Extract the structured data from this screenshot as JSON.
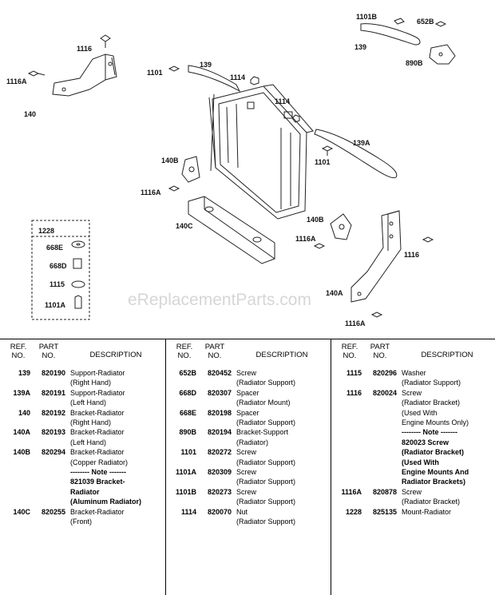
{
  "diagram": {
    "callouts": [
      {
        "id": "1101B",
        "label": "1101B"
      },
      {
        "id": "652B",
        "label": "652B"
      },
      {
        "id": "139-top",
        "label": "139"
      },
      {
        "id": "890B",
        "label": "890B"
      },
      {
        "id": "1116-top",
        "label": "1116"
      },
      {
        "id": "1116A-left",
        "label": "1116A"
      },
      {
        "id": "140",
        "label": "140"
      },
      {
        "id": "1101-top",
        "label": "1101"
      },
      {
        "id": "139-mid",
        "label": "139"
      },
      {
        "id": "1114-a",
        "label": "1114"
      },
      {
        "id": "1114-b",
        "label": "1114"
      },
      {
        "id": "139A",
        "label": "139A"
      },
      {
        "id": "1101-mid",
        "label": "1101"
      },
      {
        "id": "140B-left",
        "label": "140B"
      },
      {
        "id": "1116A-mid",
        "label": "1116A"
      },
      {
        "id": "140C",
        "label": "140C"
      },
      {
        "id": "140B-right",
        "label": "140B"
      },
      {
        "id": "1116A-right",
        "label": "1116A"
      },
      {
        "id": "1116-right",
        "label": "1116"
      },
      {
        "id": "140A",
        "label": "140A"
      },
      {
        "id": "1116A-bottom",
        "label": "1116A"
      },
      {
        "id": "1228",
        "label": "1228"
      },
      {
        "id": "668E",
        "label": "668E"
      },
      {
        "id": "668D",
        "label": "668D"
      },
      {
        "id": "1115",
        "label": "1115"
      },
      {
        "id": "1101A",
        "label": "1101A"
      }
    ],
    "watermark": "eReplacementParts.com"
  },
  "table": {
    "headers": {
      "ref": "REF.\nNO.",
      "part": "PART\nNO.",
      "desc": "DESCRIPTION"
    },
    "columns": [
      [
        {
          "ref": "139",
          "part": "820190",
          "desc": "Support-Radiator\n(Right Hand)"
        },
        {
          "ref": "139A",
          "part": "820191",
          "desc": "Support-Radiator\n(Left Hand)"
        },
        {
          "ref": "140",
          "part": "820192",
          "desc": "Bracket-Radiator\n(Right Hand)"
        },
        {
          "ref": "140A",
          "part": "820193",
          "desc": "Bracket-Radiator\n(Left Hand)"
        },
        {
          "ref": "140B",
          "part": "820294",
          "desc": "Bracket-Radiator\n(Copper Radiator)"
        },
        {
          "ref": "",
          "part": "",
          "desc": "-------- Note -------",
          "note": true
        },
        {
          "ref": "",
          "part": "",
          "desc": "821039 Bracket-\nRadiator\n(Aluminum Radiator)",
          "note": true
        },
        {
          "ref": "140C",
          "part": "820255",
          "desc": "Bracket-Radiator\n(Front)"
        }
      ],
      [
        {
          "ref": "652B",
          "part": "820452",
          "desc": "Screw\n(Radiator Support)"
        },
        {
          "ref": "668D",
          "part": "820307",
          "desc": "Spacer\n(Radiator Mount)"
        },
        {
          "ref": "668E",
          "part": "820198",
          "desc": "Spacer\n(Radiator Support)"
        },
        {
          "ref": "890B",
          "part": "820194",
          "desc": "Bracket-Support\n(Radiator)"
        },
        {
          "ref": "1101",
          "part": "820272",
          "desc": "Screw\n(Radiator Support)"
        },
        {
          "ref": "1101A",
          "part": "820309",
          "desc": "Screw\n(Radiator Support)"
        },
        {
          "ref": "1101B",
          "part": "820273",
          "desc": "Screw\n(Radiator Support)"
        },
        {
          "ref": "1114",
          "part": "820070",
          "desc": "Nut\n(Radiator Support)"
        }
      ],
      [
        {
          "ref": "1115",
          "part": "820296",
          "desc": "Washer\n(Radiator Support)"
        },
        {
          "ref": "1116",
          "part": "820024",
          "desc": "Screw\n(Radiator Bracket)\n(Used With\nEngine Mounts Only)"
        },
        {
          "ref": "",
          "part": "",
          "desc": "-------- Note -------",
          "note": true
        },
        {
          "ref": "",
          "part": "",
          "desc": "820023 Screw\n(Radiator Bracket)\n(Used With\nEngine Mounts And\nRadiator Brackets)",
          "note": true
        },
        {
          "ref": "1116A",
          "part": "820878",
          "desc": "Screw\n(Radiator Bracket)"
        },
        {
          "ref": "1228",
          "part": "825135",
          "desc": "Mount-Radiator"
        }
      ]
    ]
  }
}
